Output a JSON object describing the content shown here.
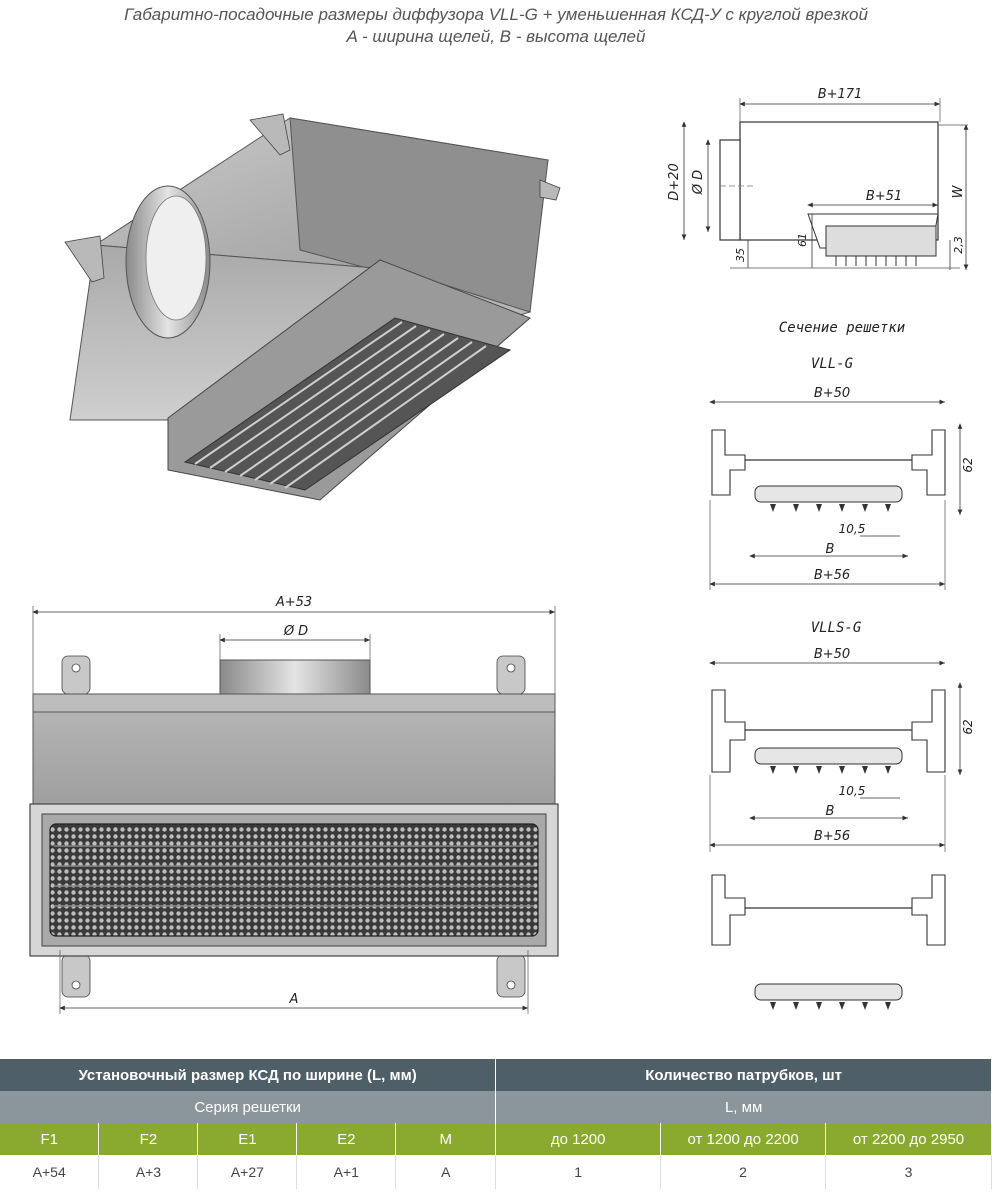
{
  "title": {
    "line1": "Габаритно-посадочные размеры диффузора VLL-G + уменьшенная КСД-У с круглой врезкой",
    "line2": "A - ширина щелей, B - высота щелей"
  },
  "side_view": {
    "b171": "B+171",
    "d20": "D+20",
    "phi_d": "Ø D",
    "w": "W",
    "b51": "B+51",
    "d35": "35",
    "d61": "61",
    "d23": "2,3"
  },
  "section_title": "Сечение решетки",
  "vllg": {
    "name": "VLL-G",
    "b50": "B+50",
    "d62": "62",
    "d105": "10,5",
    "b": "B",
    "b56": "B+56"
  },
  "vllsg": {
    "name": "VLLS-G",
    "b50": "B+50",
    "d62": "62",
    "d105": "10,5",
    "b": "B",
    "b56": "B+56"
  },
  "front_view": {
    "a53": "A+53",
    "phi_d": "Ø D",
    "a": "A"
  },
  "table": {
    "header_left": "Установочный размер КСД по ширине (L, мм)",
    "header_right": "Количество патрубков, шт",
    "sub_left": "Серия решетки",
    "sub_right": "L, мм",
    "cols": [
      "F1",
      "F2",
      "E1",
      "E2",
      "M",
      "до 1200",
      "от 1200 до 2200",
      "от 2200 до 2950"
    ],
    "values": [
      "A+54",
      "A+3",
      "A+27",
      "A+1",
      "A",
      "1",
      "2",
      "3"
    ]
  },
  "colors": {
    "header_dark": "#4e5f68",
    "header_gray": "#8a969c",
    "header_green": "#8aaa2f"
  }
}
